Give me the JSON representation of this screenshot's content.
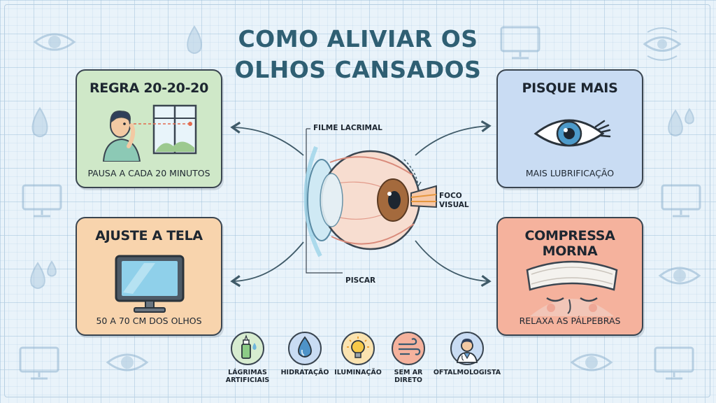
{
  "title_line1": "COMO ALIVIAR OS",
  "title_line2": "OLHOS CANSADOS",
  "cards": [
    {
      "title": "REGRA 20-20-20",
      "subtitle": "PAUSA A CADA 20 MINUTOS",
      "color": "#cfe8c8",
      "icon": "person-window-icon"
    },
    {
      "title": "AJUSTE A TELA",
      "subtitle": "50 A 70 CM DOS OLHOS",
      "color": "#f8d4ad",
      "icon": "monitor-icon"
    },
    {
      "title": "PISQUE MAIS",
      "subtitle": "MAIS LUBRIFICAÇÃO",
      "color": "#c9dcf3",
      "icon": "eye-icon"
    },
    {
      "title": "COMPRESSA MORNA",
      "subtitle": "RELAXA AS PÁLPEBRAS",
      "color": "#f5b29d",
      "icon": "warm-compress-icon"
    }
  ],
  "eye_labels": {
    "tear_film": "FILME LACRIMAL",
    "focus_line1": "FOCO",
    "focus_line2": "VISUAL",
    "blink": "PISCAR"
  },
  "tips": [
    {
      "line1": "LÁGRIMAS",
      "line2": "ARTIFICIAIS",
      "color": "#d7ecd0",
      "icon": "eye-drops-icon"
    },
    {
      "line1": "HIDRATAÇÃO",
      "line2": "",
      "color": "#c9dcf3",
      "icon": "water-drop-icon"
    },
    {
      "line1": "ILUMINAÇÃO",
      "line2": "",
      "color": "#fae3b0",
      "icon": "light-bulb-icon"
    },
    {
      "line1": "SEM AR",
      "line2": "DIRETO",
      "color": "#f5b29d",
      "icon": "wind-icon"
    },
    {
      "line1": "OFTALMOLOGISTA",
      "line2": "",
      "color": "#c9dcf3",
      "icon": "doctor-icon"
    }
  ]
}
